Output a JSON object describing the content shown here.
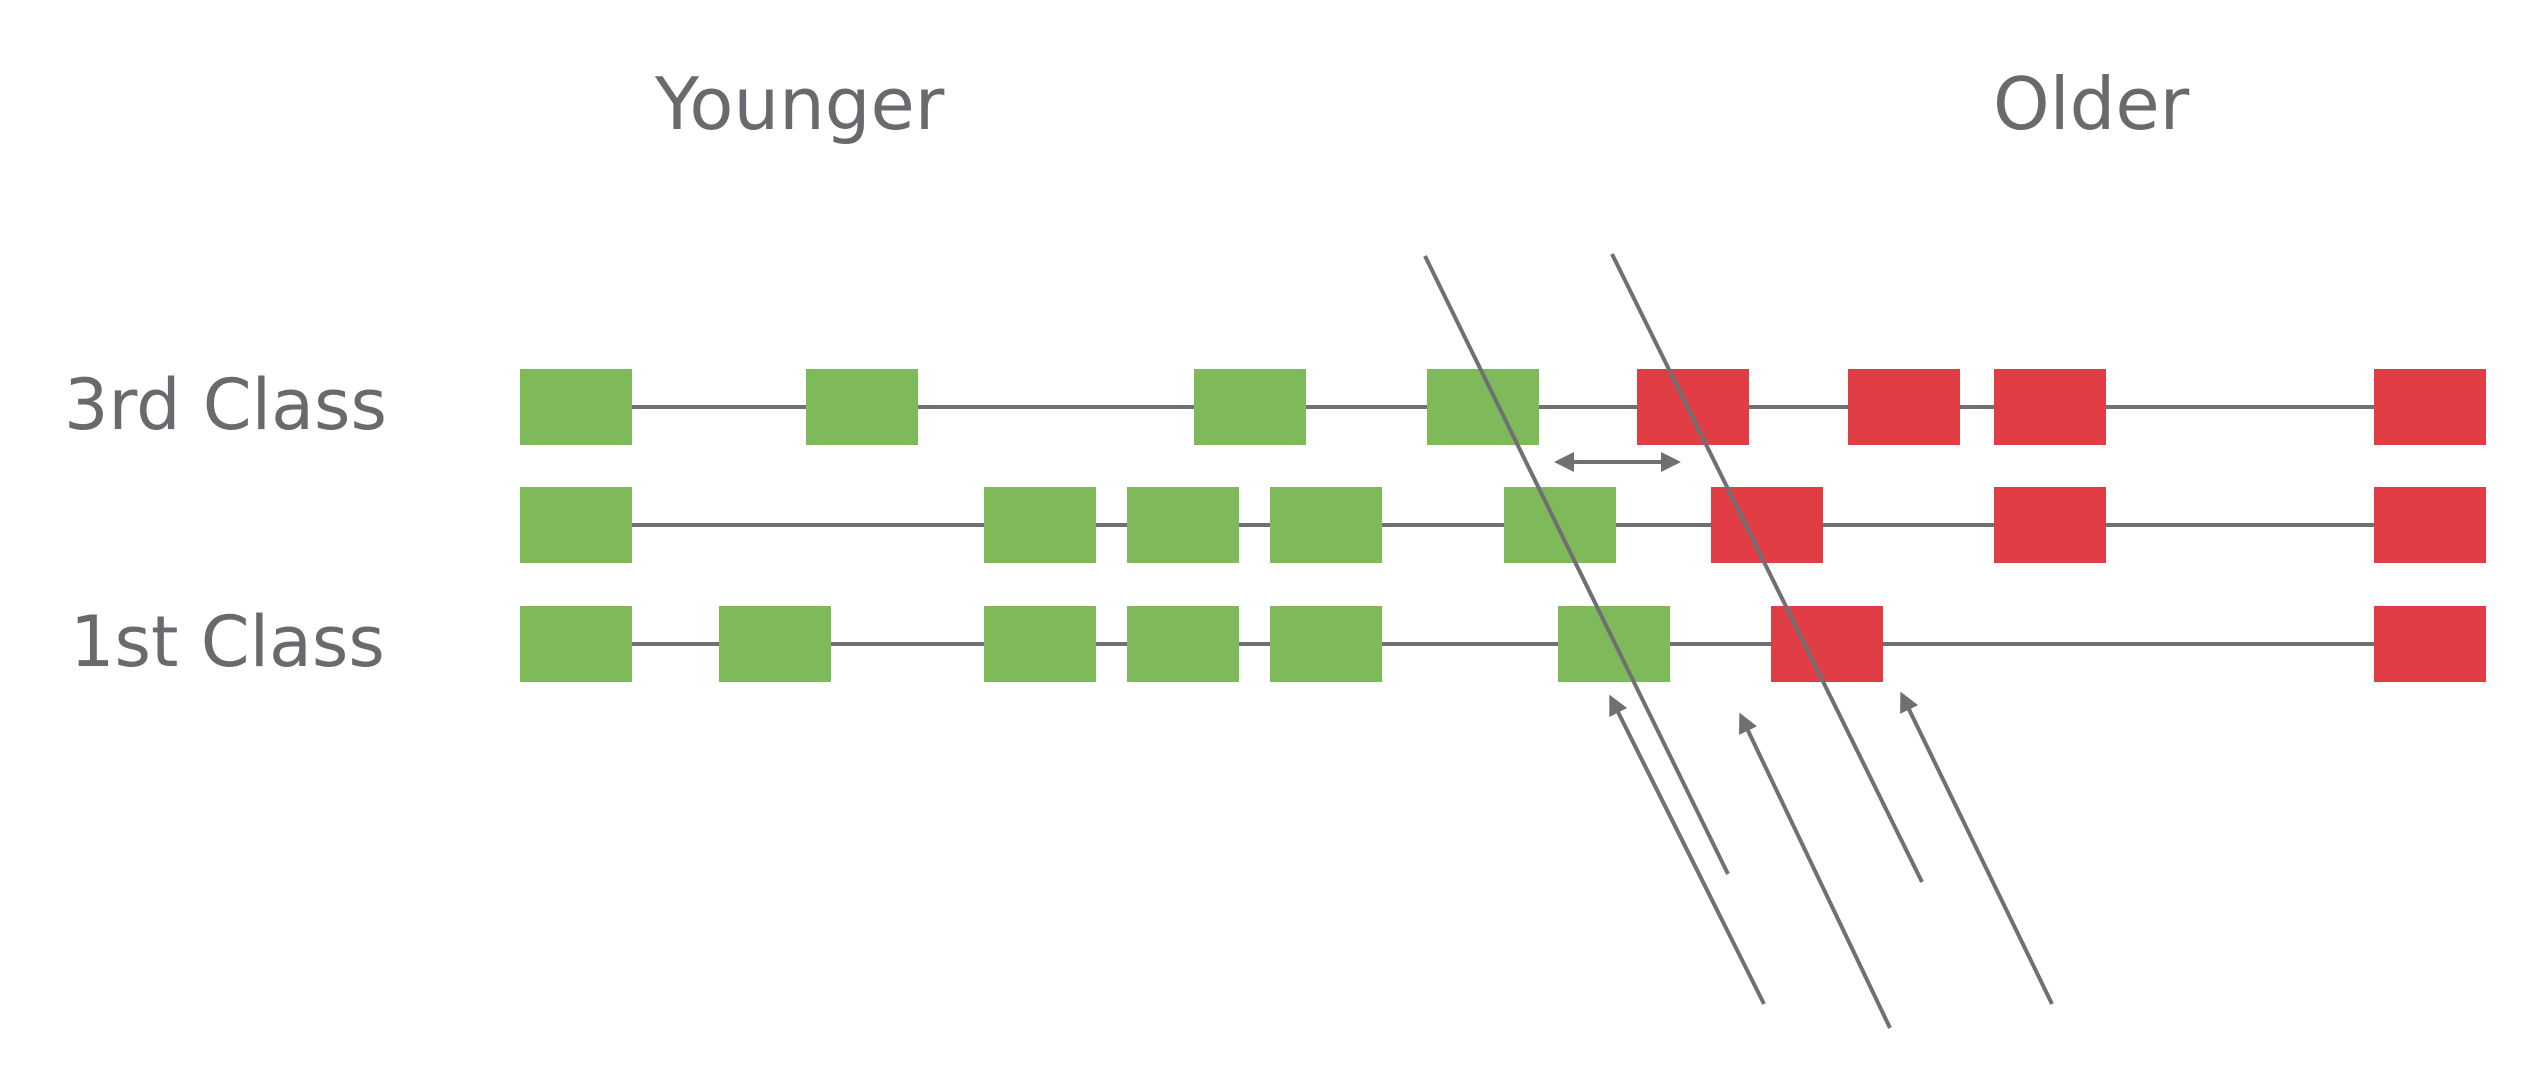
{
  "headers": {
    "younger": "Younger",
    "older": "Older"
  },
  "row_labels": {
    "third": "3rd Class",
    "second": "",
    "first": "1st Class"
  },
  "colors": {
    "young_block": "#7fba5a",
    "old_block": "#e03d44",
    "line": "#6f6f74",
    "text": "#6a6a6e"
  },
  "diagram": {
    "rows": [
      {
        "name": "3rd Class",
        "blocks": [
          {
            "kind": "young"
          },
          {
            "kind": "young"
          },
          {
            "kind": "young"
          },
          {
            "kind": "young"
          },
          {
            "kind": "old"
          },
          {
            "kind": "old"
          },
          {
            "kind": "old"
          },
          {
            "kind": "old"
          }
        ]
      },
      {
        "name": "",
        "blocks": [
          {
            "kind": "young"
          },
          {
            "kind": "young"
          },
          {
            "kind": "young"
          },
          {
            "kind": "young"
          },
          {
            "kind": "young"
          },
          {
            "kind": "old"
          },
          {
            "kind": "old"
          },
          {
            "kind": "old"
          }
        ]
      },
      {
        "name": "1st Class",
        "blocks": [
          {
            "kind": "young"
          },
          {
            "kind": "young"
          },
          {
            "kind": "young"
          },
          {
            "kind": "young"
          },
          {
            "kind": "young"
          },
          {
            "kind": "young"
          },
          {
            "kind": "old"
          },
          {
            "kind": "old"
          }
        ]
      }
    ],
    "boundary_lines": 2,
    "arrows": [
      {
        "name": "gap-arrow",
        "type": "double-headed"
      },
      {
        "name": "up-arrow-1",
        "type": "single-headed"
      },
      {
        "name": "up-arrow-2",
        "type": "single-headed"
      },
      {
        "name": "up-arrow-3",
        "type": "single-headed"
      }
    ]
  }
}
